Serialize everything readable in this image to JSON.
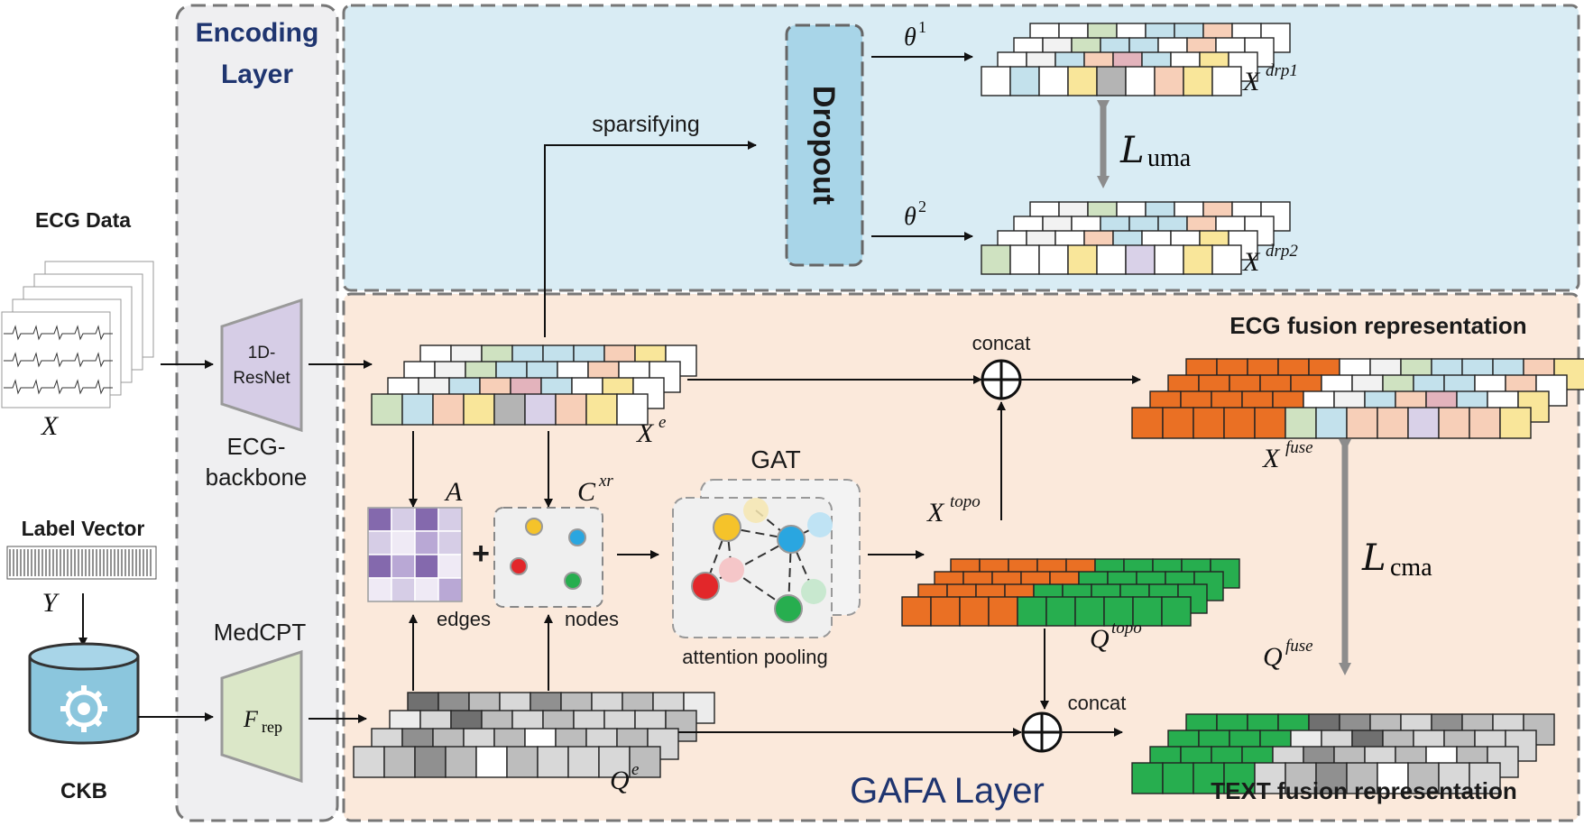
{
  "encoding_layer": {
    "title_line1": "Encoding",
    "title_line2": "Layer"
  },
  "gafa_layer": {
    "title": "GAFA Layer"
  },
  "inputs": {
    "ecg_title": "ECG Data",
    "ecg_symbol": "X",
    "label_title": "Label Vector",
    "label_symbol": "Y",
    "ckb_label": "CKB"
  },
  "encoders": {
    "resnet_line1": "1D-",
    "resnet_line2": "ResNet",
    "backbone_line1": "ECG-",
    "backbone_line2": "backbone",
    "medcpt": "MedCPT",
    "frep_main": "F",
    "frep_sub": "rep"
  },
  "uma_branch": {
    "sparsifying": "sparsifying",
    "dropout": "Dropout",
    "theta1_base": "θ",
    "theta1_sup": "1",
    "theta2_base": "θ",
    "theta2_sup": "2",
    "xdrp1_base": "X",
    "xdrp1_sup": "drp1",
    "xdrp2_base": "X",
    "xdrp2_sup": "drp2",
    "l_uma_main": "L",
    "l_uma_sub": "uma"
  },
  "gafa": {
    "xe_base": "X",
    "xe_sup": "e",
    "qe_base": "Q",
    "qe_sup": "e",
    "a_label": "A",
    "cxr_base": "C",
    "cxr_sup": "xr",
    "edges": "edges",
    "nodes": "nodes",
    "plus": "+",
    "gat": "GAT",
    "attention_pooling": "attention pooling",
    "xtopo_base": "X",
    "xtopo_sup": "topo",
    "qtopo_base": "Q",
    "qtopo_sup": "topo",
    "concat_top": "concat",
    "concat_bottom": "concat",
    "ecg_fusion_title": "ECG fusion representation",
    "text_fusion_title": "TEXT fusion representation",
    "xfuse_base": "X",
    "xfuse_sup": "fuse",
    "qfuse_base": "Q",
    "qfuse_sup": "fuse",
    "l_cma_main": "L",
    "l_cma_sub": "cma"
  },
  "colors": {
    "blue_panel": "#d9ecf4",
    "peach_panel": "#fbe9db",
    "gray_panel": "#efeff1",
    "orange": "#ea7024",
    "green": "#27ae4f",
    "purple_dark": "#8469ad",
    "dropout_fill": "#a8d5e8"
  }
}
